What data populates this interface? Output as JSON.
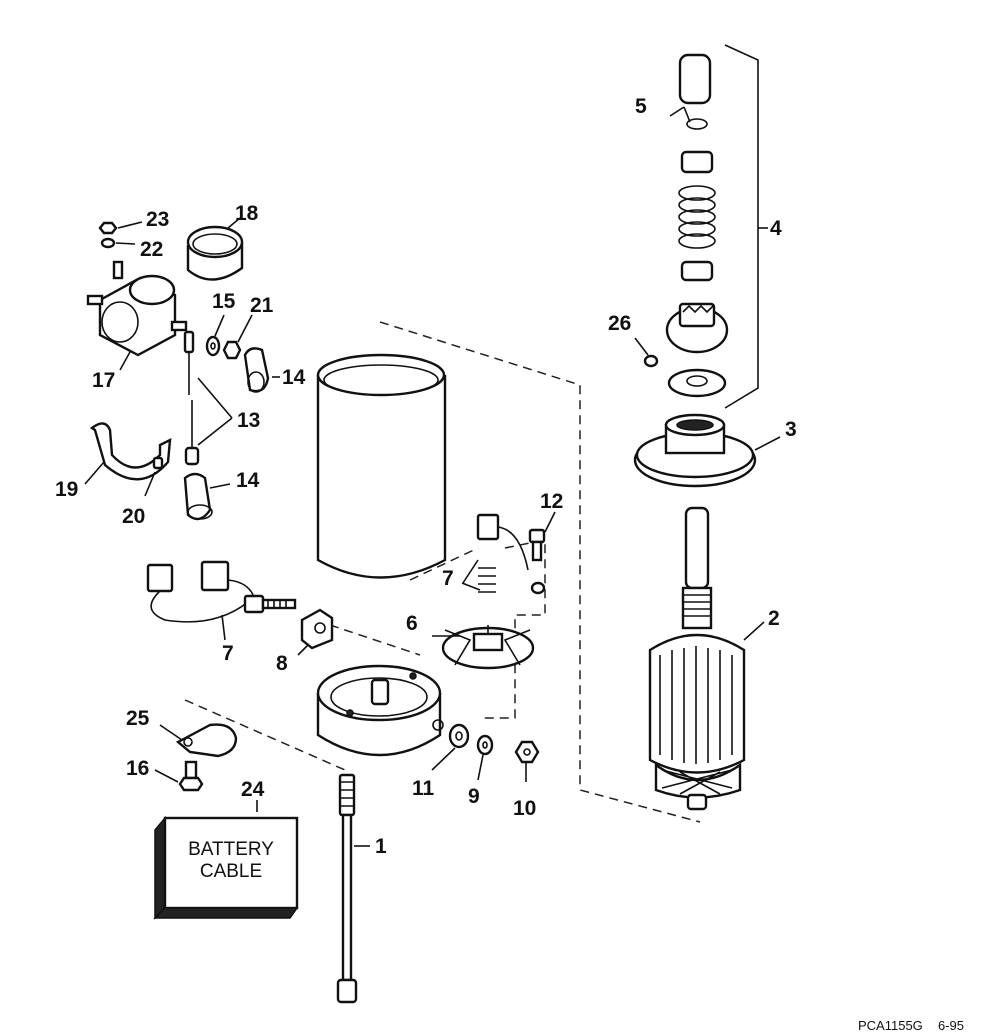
{
  "labels": [
    "1",
    "2",
    "3",
    "4",
    "5",
    "6",
    "7",
    "7",
    "8",
    "9",
    "10",
    "11",
    "12",
    "13",
    "14",
    "14",
    "15",
    "16",
    "17",
    "18",
    "19",
    "20",
    "21",
    "22",
    "23",
    "24",
    "25",
    "26"
  ],
  "battery_cable_line1": "BATTERY",
  "battery_cable_line2": "CABLE",
  "footer_code": "PCA1155G",
  "footer_date": "6-95"
}
